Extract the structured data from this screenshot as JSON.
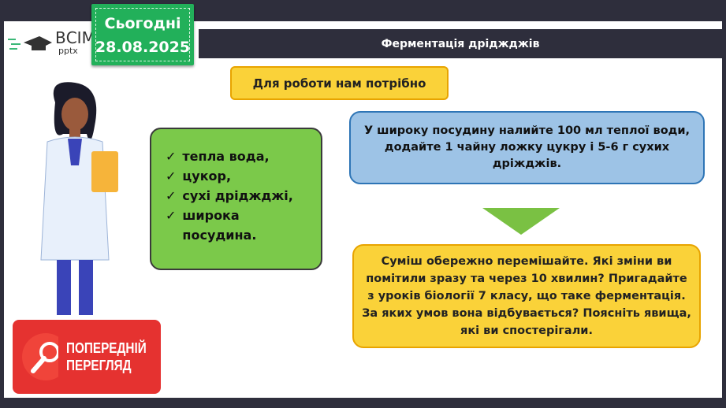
{
  "header": {
    "date_label": "Сьогодні",
    "date": "28.08.2025",
    "logo_text": "ВСІМ",
    "logo_sub": "pptx",
    "title": "Ферментація дріджджів"
  },
  "needed_title": "Для роботи нам потрібно",
  "items": [
    "тепла вода,",
    "цукор,",
    "сухі дріджджі,",
    "широка посудина."
  ],
  "instruction": "У широку посудину налийте 100 мл теплої води, додайте 1 чайну ложку цукру і 5-6 г сухих дріжджів.",
  "question": "Суміш обережно перемішайте. Які зміни ви помітили зразу та через 10 хвилин? Пригадайте з уроків біології 7 класу, що таке ферментація. За яких умов вона відбувається? Поясніть явища, які ви спостерігали.",
  "preview": {
    "line1": "ПОПЕРЕДНІЙ",
    "line2": "ПЕРЕГЛЯД"
  },
  "colors": {
    "green": "#7bc94a",
    "blue": "#9dc3e6",
    "yellow": "#fad239",
    "red": "#e53230"
  }
}
